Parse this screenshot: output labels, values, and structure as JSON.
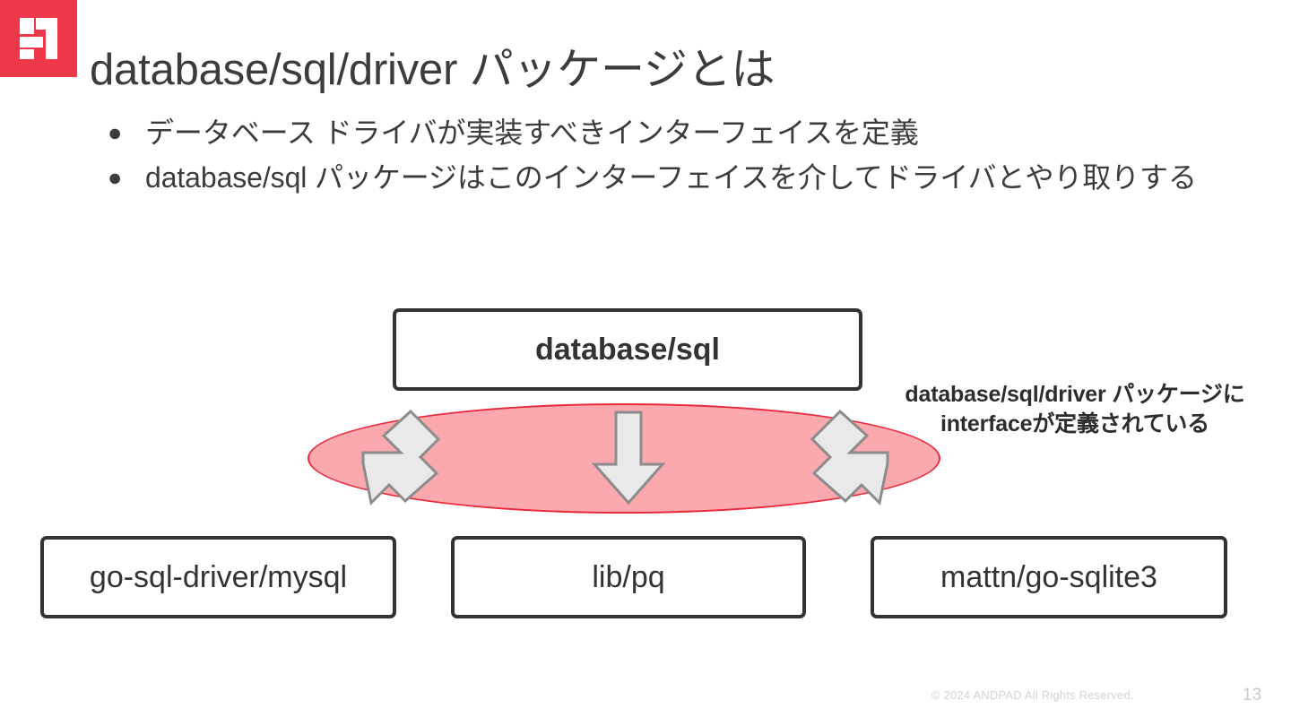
{
  "slide": {
    "title": "database/sql/driver パッケージとは",
    "logo": {
      "name": "andpad-logo",
      "brand_color": "#EE3748"
    },
    "bullets": [
      {
        "marker": "●",
        "text": "データベース ドライバが実装すべきインターフェイスを定義"
      },
      {
        "marker": "●",
        "text": "database/sql パッケージはこのインターフェイスを介してドライバとやり取りする"
      }
    ],
    "diagram": {
      "top_node": {
        "label": "database/sql"
      },
      "interface_layer": {
        "shape": "ellipse",
        "fill_color": "#FBA8AF",
        "stroke_color": "#E8293C",
        "note_line_1": "database/sql/driver パッケージに",
        "note_line_2": "interfaceが定義されている"
      },
      "arrows": [
        {
          "name": "arrow-down-left",
          "direction": "down-left"
        },
        {
          "name": "arrow-down",
          "direction": "down"
        },
        {
          "name": "arrow-down-right",
          "direction": "down-right"
        }
      ],
      "driver_nodes": [
        {
          "label": "go-sql-driver/mysql"
        },
        {
          "label": "lib/pq"
        },
        {
          "label": "mattn/go-sqlite3"
        }
      ]
    },
    "footer": {
      "copyright": "© 2024 ANDPAD All Rights Reserved.",
      "page_number": "13"
    }
  }
}
